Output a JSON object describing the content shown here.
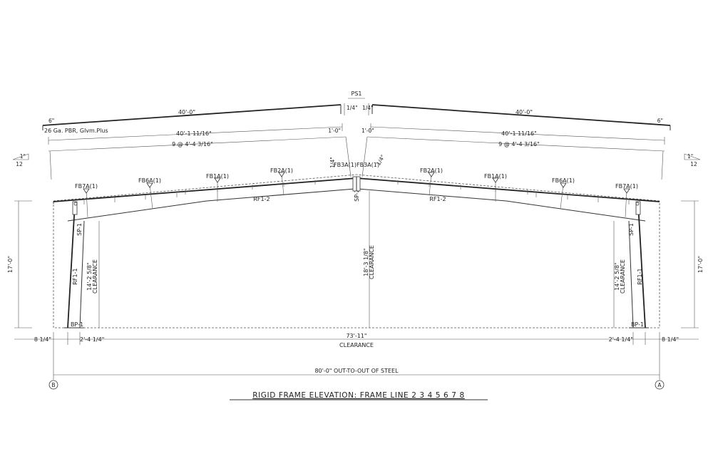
{
  "drawing": {
    "title": "RIGID FRAME ELEVATION: FRAME LINE 2  3  4  5  6  7  8",
    "roof": {
      "ridge_tag": "PS1",
      "left_panel_length": "40'-0\"",
      "right_panel_length": "40'-0\"",
      "left_overhang": "6\"",
      "right_overhang": "6\"",
      "left_ridge_gap": "1/4\"",
      "right_ridge_gap": "1/4\"",
      "panel_note": "26 Ga. PBR, Glvm.Plus",
      "left_rafter_length": "40'-1 11/16\"",
      "right_rafter_length": "40'-1 11/16\"",
      "left_ridge_offset": "1'-0\"",
      "right_ridge_offset": "1'-0\"",
      "left_purlin_spacing": "9 @ 4'-4 3/16\"",
      "right_purlin_spacing": "9 @ 4'-4 3/16\"",
      "left_slope_rise": "1\"",
      "left_slope_run": "12",
      "right_slope_rise": "1\"",
      "right_slope_run": "12",
      "ridge_angle_left": "1/4\"",
      "ridge_angle_right": "1/4\""
    },
    "flange_braces": {
      "left": [
        "FB7A(1)",
        "FB6A(1)",
        "FB1A(1)",
        "FB2A(1)",
        "FB3A(1)"
      ],
      "right": [
        "FB3A(1)",
        "FB2A(1)",
        "FB1A(1)",
        "FB6A(1)",
        "FB7A(1)"
      ]
    },
    "members": {
      "left_rafter": "RF1-2",
      "right_rafter": "RF1-2",
      "ridge_splice": "SP-2",
      "left_splice": "SP-1",
      "right_splice": "SP-1",
      "left_column": "RF1-1",
      "right_column": "RF1-1",
      "left_base": "BP-1",
      "right_base": "BP-1"
    },
    "dimensions": {
      "left_eave_height": "17'-0\"",
      "right_eave_height": "17'-0\"",
      "left_clearance_height": "14'-2 5/8\"",
      "right_clearance_height": "14'-2 5/8\"",
      "clearance_word": "CLEARANCE",
      "center_clearance_height": "18'-3 1/8\"",
      "left_base_offset": "8 1/4\"",
      "right_base_offset": "8 1/4\"",
      "left_column_depth": "2'-4 1/4\"",
      "right_column_depth": "2'-4 1/4\"",
      "clear_span": "73'-11\"",
      "clear_span_label": "CLEARANCE",
      "overall_width": "80'-0\" OUT-TO-OUT OF STEEL"
    },
    "gridlines": {
      "left": "B",
      "right": "A"
    }
  }
}
